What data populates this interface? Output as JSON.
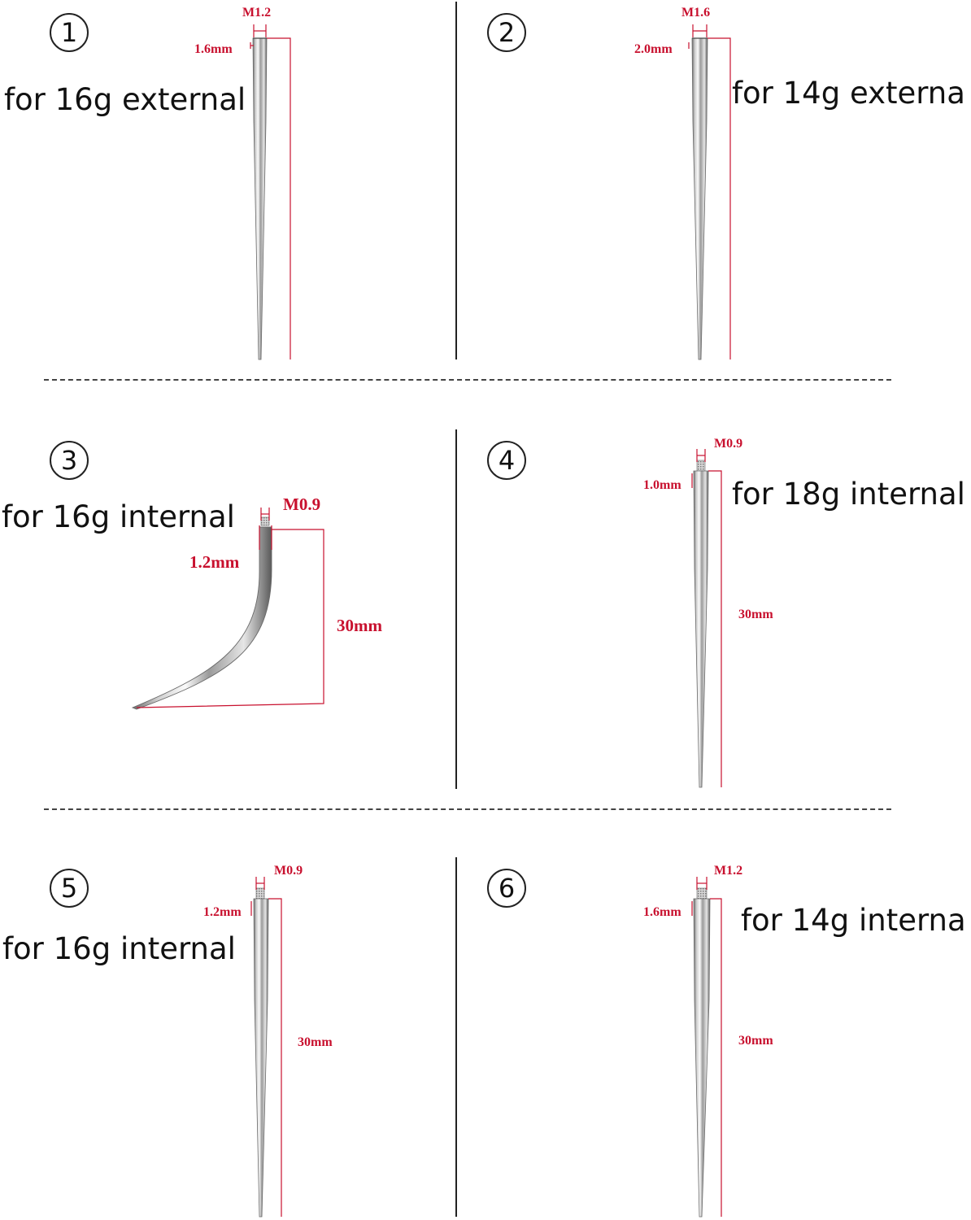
{
  "panels": [
    {
      "number": "1",
      "usage": "for 16g external",
      "thread": "M1.2",
      "diameter": "1.6mm",
      "length": ""
    },
    {
      "number": "2",
      "usage": "for 14g externa",
      "thread": "M1.6",
      "diameter": "2.0mm",
      "length": ""
    },
    {
      "number": "3",
      "usage": "for 16g internal",
      "thread": "M0.9",
      "diameter": "1.2mm",
      "length": "30mm"
    },
    {
      "number": "4",
      "usage": "for 18g internal",
      "thread": "M0.9",
      "diameter": "1.0mm",
      "length": "30mm"
    },
    {
      "number": "5",
      "usage": "for 16g internal",
      "thread": "M0.9",
      "diameter": "1.2mm",
      "length": "30mm"
    },
    {
      "number": "6",
      "usage": "for 14g interna",
      "thread": "M1.2",
      "diameter": "1.6mm",
      "length": "30mm"
    }
  ],
  "colors": {
    "dimension_red": "#c8102e",
    "ink": "#111111",
    "metal_light": "#f0f0f0",
    "metal_dark": "#5a5a5a"
  }
}
